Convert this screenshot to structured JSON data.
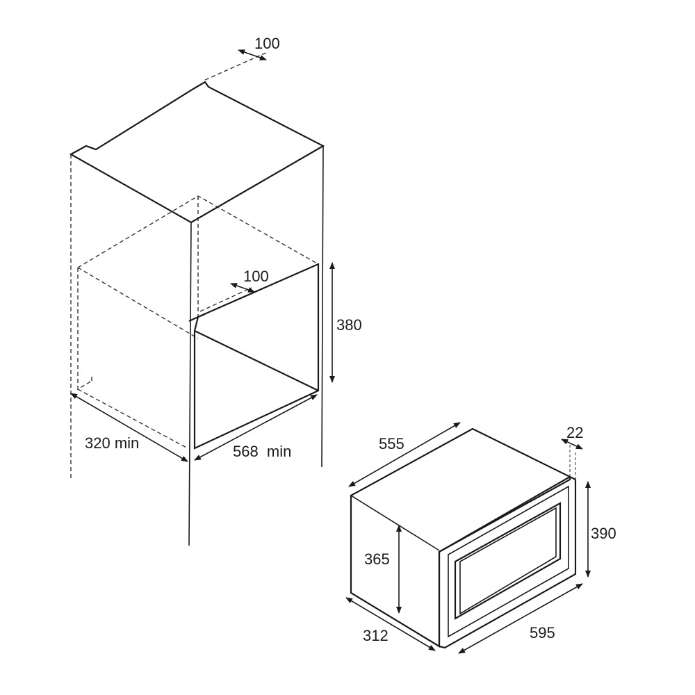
{
  "niche": {
    "rear_vent_depth": "100",
    "inner_vent_depth": "100",
    "height": "380",
    "depth_min": "320 min",
    "width_min": "568  min"
  },
  "appliance": {
    "depth": "555",
    "door_thickness": "22",
    "overall_height": "390",
    "body_height": "365",
    "side_depth": "312",
    "overall_width": "595"
  },
  "colors": {
    "line": "#1a1a1a",
    "background": "#ffffff"
  }
}
